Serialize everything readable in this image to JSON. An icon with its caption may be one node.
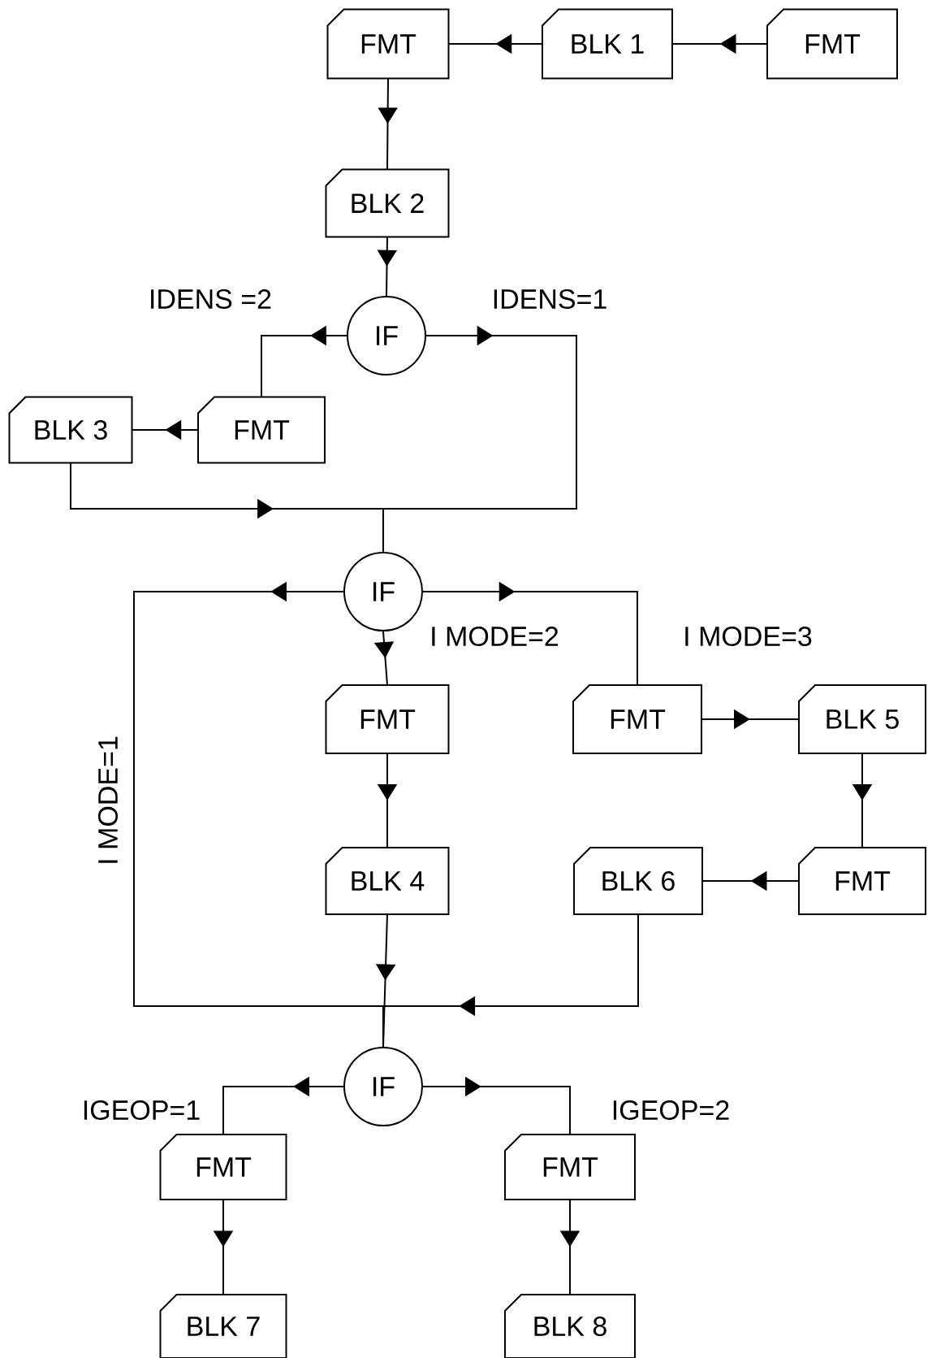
{
  "diagram": {
    "nodes": [
      {
        "text": [
          "FMT"
        ]
      },
      {
        "text": [
          "BLK 1"
        ]
      },
      {
        "text": [
          "FMT"
        ]
      },
      {
        "text": [
          "BLK 2"
        ]
      },
      {
        "text": [
          "IF"
        ]
      },
      {
        "text": [
          "FMT"
        ]
      },
      {
        "text": [
          "BLK 3"
        ]
      },
      {
        "text": [
          "IF"
        ]
      },
      {
        "text": [
          "FMT"
        ]
      },
      {
        "text": [
          "BLK 4"
        ]
      },
      {
        "text": [
          "FMT"
        ]
      },
      {
        "text": [
          "BLK 5"
        ]
      },
      {
        "text": [
          "FMT"
        ]
      },
      {
        "text": [
          "BLK 6"
        ]
      },
      {
        "text": [
          "IF"
        ]
      },
      {
        "text": [
          "FMT"
        ]
      },
      {
        "text": [
          "BLK 7"
        ]
      },
      {
        "text": [
          "FMT"
        ]
      },
      {
        "text": [
          "BLK 8"
        ]
      }
    ],
    "edges": [
      {
        "from": 2,
        "to": 1,
        "arrow": "to"
      },
      {
        "from": 1,
        "to": 0,
        "arrow": "to"
      },
      {
        "from": 0,
        "to": 3,
        "arrow": "to"
      },
      {
        "from": 3,
        "to": 4,
        "arrow": "to"
      },
      {
        "from": 4,
        "to": 5,
        "arrow": "to",
        "label": "IDENS =2"
      },
      {
        "from": 5,
        "to": 6,
        "arrow": "to"
      },
      {
        "from": 6,
        "to": 7,
        "arrow": "to"
      },
      {
        "from": 4,
        "to": 7,
        "arrow": "to",
        "label": "IDENS=1"
      },
      {
        "from": 7,
        "to": 8,
        "arrow": "to",
        "label": "I MODE=2"
      },
      {
        "from": 8,
        "to": 9,
        "arrow": "to"
      },
      {
        "from": 7,
        "to": 10,
        "arrow": "to",
        "label": "I MODE=3"
      },
      {
        "from": 10,
        "to": 11,
        "arrow": "to"
      },
      {
        "from": 11,
        "to": 12,
        "arrow": "to"
      },
      {
        "from": 12,
        "to": 13,
        "arrow": "to"
      },
      {
        "from": 7,
        "to": 14,
        "arrow": "to",
        "label": "I MODE=1"
      },
      {
        "from": 9,
        "to": 14,
        "arrow": "to"
      },
      {
        "from": 13,
        "to": 14,
        "arrow": "to"
      },
      {
        "from": 14,
        "to": 15,
        "arrow": "to",
        "label": "IGEOP=1"
      },
      {
        "from": 15,
        "to": 16,
        "arrow": "to"
      },
      {
        "from": 14,
        "to": 17,
        "arrow": "to",
        "label": "IGEOP=2"
      },
      {
        "from": 17,
        "to": 18,
        "arrow": "to"
      }
    ]
  }
}
